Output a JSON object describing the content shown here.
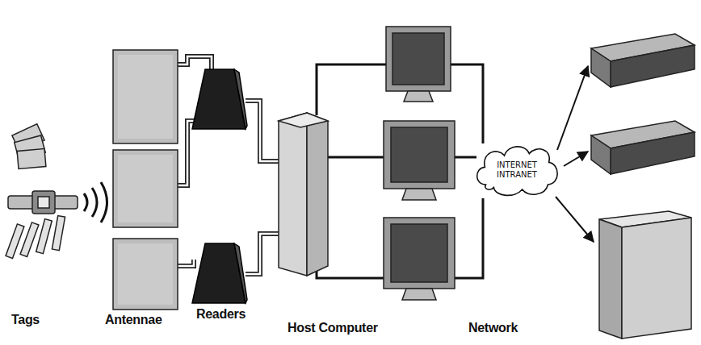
{
  "diagram": {
    "nodes": [
      {
        "text": [
          "INTERNET INTRANET"
        ]
      }
    ],
    "labels": [
      "Tags",
      "Antennae",
      "Readers",
      "Host Computer",
      "Network"
    ]
  }
}
